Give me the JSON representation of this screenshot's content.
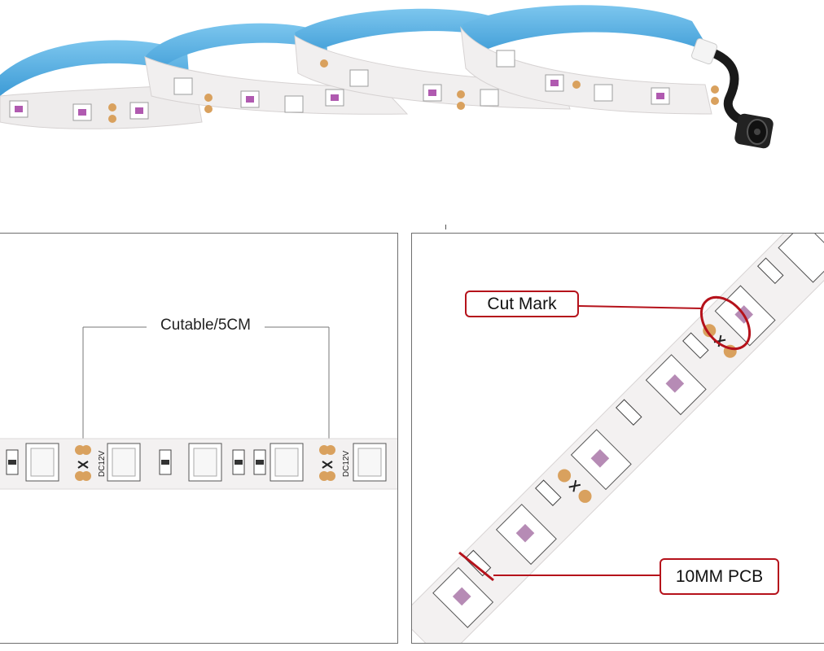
{
  "images": {
    "top": {
      "alt": "LED strip coils with DC connector"
    },
    "left": {
      "alt": "Straight LED strip segment"
    },
    "right": {
      "alt": "Diagonal LED strip close-up"
    }
  },
  "annotations": {
    "cutable_label": "Cutable/5CM",
    "cut_mark_label": "Cut Mark",
    "pcb_label": "10MM PCB",
    "strip_marking": "DC12V"
  },
  "colors": {
    "callout_red": "#b5121b",
    "adhesive_blue": "#4aa9e0",
    "pcb_white": "#f1efef",
    "solder_pad": "#d9a15e"
  }
}
